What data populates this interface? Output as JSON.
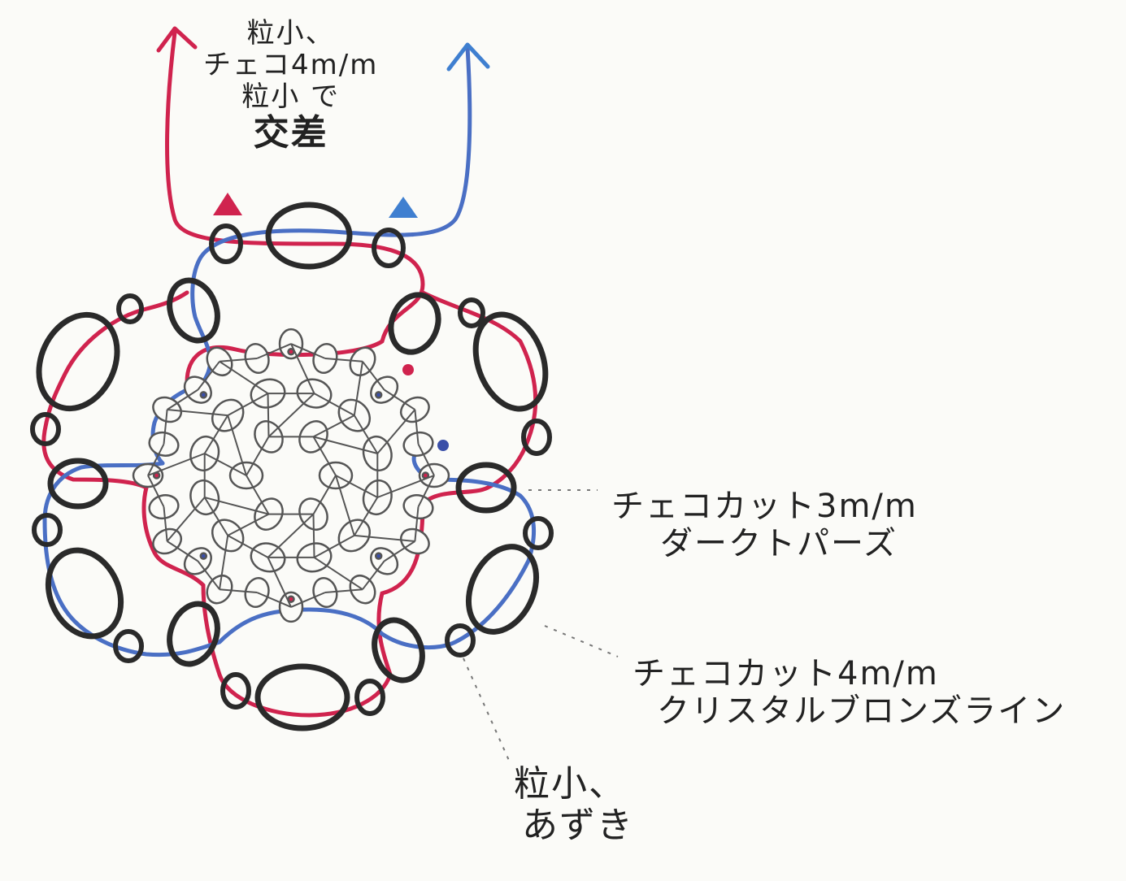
{
  "notes": {
    "top": {
      "line1": "粒小、",
      "line2": "チェコ4m/m",
      "line3": "粒小 で",
      "line4": "交差"
    },
    "bead_3mm": {
      "line1": "チェコカット3m/m",
      "line2": "ダークトパーズ"
    },
    "bead_4mm": {
      "line1": "チェコカット4m/m",
      "line2": "クリスタルブロンズライン"
    },
    "seed_bead": {
      "line1": "粒小、",
      "line2": "あずき"
    }
  },
  "colors": {
    "thread_red": "#d0234e",
    "thread_blue": "#4a6fc4",
    "bead_outline": "#2a2a2a",
    "core_outline": "#555555",
    "arrow_red": "#d0234e",
    "arrow_blue": "#3f7fd0"
  },
  "icons": {
    "red_arrow": "arrow-up-icon",
    "blue_arrow": "arrow-up-icon",
    "red_marker": "triangle-marker-icon",
    "blue_marker": "triangle-marker-icon"
  }
}
